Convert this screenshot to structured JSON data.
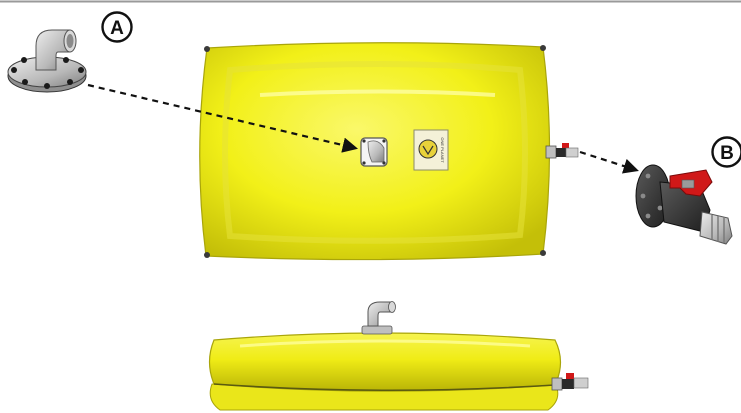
{
  "diagram": {
    "callouts": [
      {
        "id": "A",
        "label": "A",
        "part": "elbow-fitting"
      },
      {
        "id": "B",
        "label": "B",
        "part": "valve-assembly"
      }
    ],
    "tank_label_text": "ONE PLANET",
    "colors": {
      "tank_yellow": "#F2F018",
      "tank_shadow": "#C9C40C",
      "fitting_gray": "#BFBFBF",
      "valve_red": "#D01818",
      "valve_black": "#2A2A2A",
      "frame_line": "#9A9A9A"
    }
  }
}
